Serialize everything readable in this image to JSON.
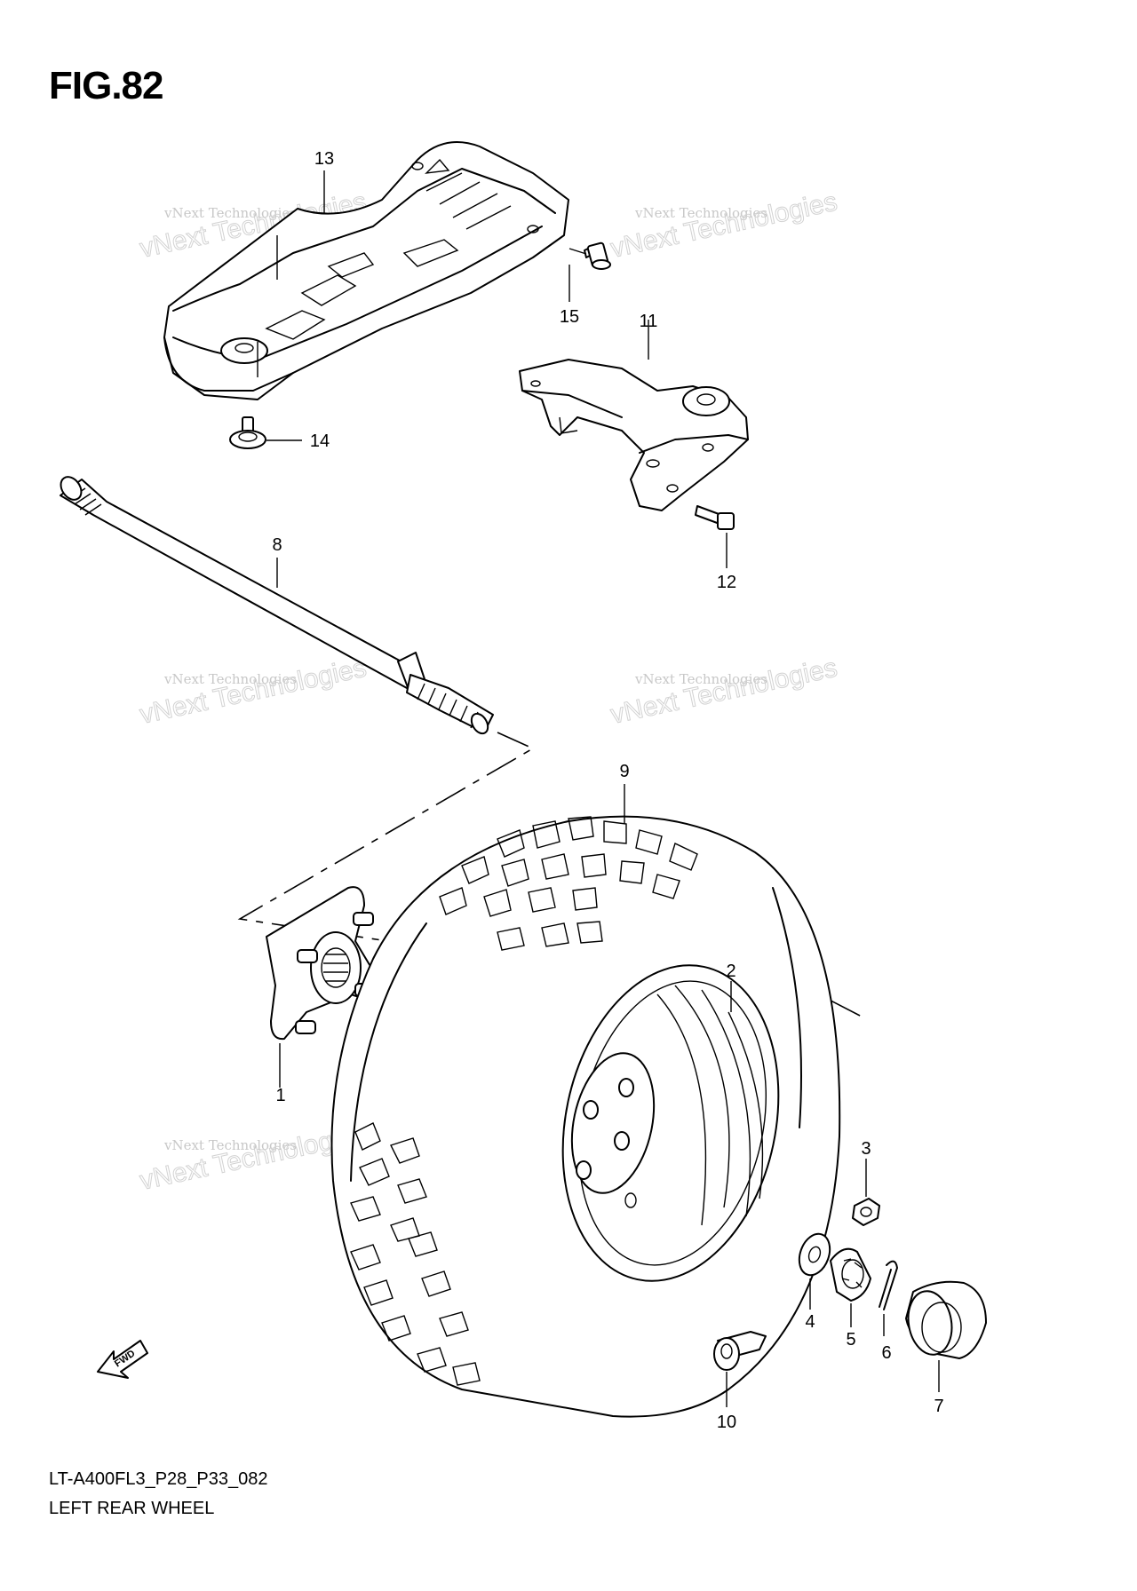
{
  "figure": {
    "title": "FIG.82",
    "code": "LT-A400FL3_P28_P33_082",
    "name": "LEFT REAR WHEEL"
  },
  "watermark": {
    "line1": "vNext Technologies",
    "line2": "vNext Technologies"
  },
  "fwd_label": "FWD",
  "callouts": {
    "p1": "1",
    "p2": "2",
    "p3": "3",
    "p4": "4",
    "p5": "5",
    "p6": "6",
    "p7": "7",
    "p8": "8",
    "p9": "9",
    "p10": "10",
    "p11": "11",
    "p12": "12",
    "p13": "13",
    "p14": "14",
    "p15": "15"
  }
}
